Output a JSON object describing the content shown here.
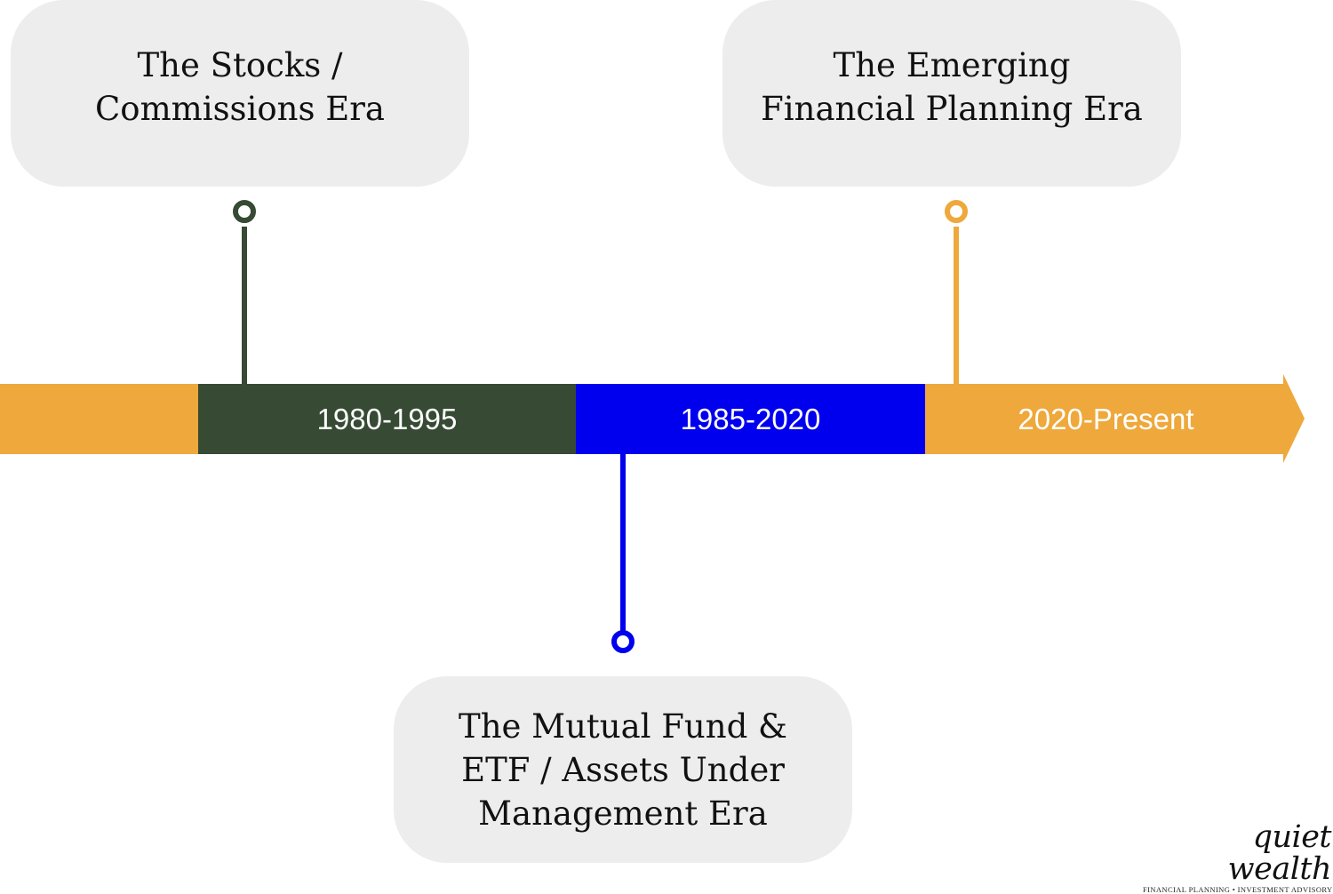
{
  "colors": {
    "orange": "#eea83b",
    "dark_green": "#364a34",
    "blue": "#0000ee",
    "bubble_bg": "#ededed"
  },
  "eras": [
    {
      "title": "The Stocks /\nCommissions Era",
      "period": "1980-1995",
      "color": "#364a34"
    },
    {
      "title": "The Mutual Fund &\nETF / Assets Under\nManagement Era",
      "period": "1985-2020",
      "color": "#0000ee"
    },
    {
      "title": "The Emerging\nFinancial Planning Era",
      "period": "2020-Present",
      "color": "#eea83b"
    }
  ],
  "logo": {
    "name": "quiet wealth",
    "tagline": "Financial Planning • Investment Advisory"
  }
}
